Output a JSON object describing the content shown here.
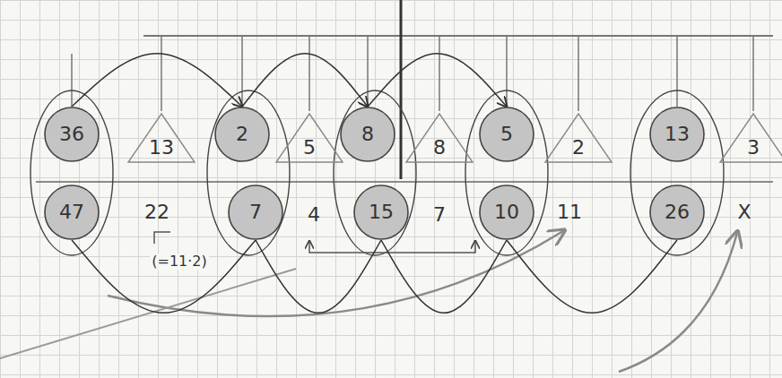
{
  "diagram": {
    "nodes": [
      {
        "text": [
          "36"
        ]
      },
      {
        "text": [
          "13"
        ]
      },
      {
        "text": [
          "2"
        ]
      },
      {
        "text": [
          "5"
        ]
      },
      {
        "text": [
          "8"
        ]
      },
      {
        "text": [
          "8"
        ]
      },
      {
        "text": [
          "5"
        ]
      },
      {
        "text": [
          "2"
        ]
      },
      {
        "text": [
          "13"
        ]
      },
      {
        "text": [
          "3"
        ]
      },
      {
        "text": [
          "47"
        ]
      },
      {
        "text": [
          "7"
        ]
      },
      {
        "text": [
          "15"
        ]
      },
      {
        "text": [
          "10"
        ]
      },
      {
        "text": [
          "26"
        ]
      }
    ],
    "edges": [
      {
        "from": 0,
        "to": 2,
        "arrow": "to"
      },
      {
        "from": 2,
        "to": 4,
        "arrow": "to"
      },
      {
        "from": 4,
        "to": 6,
        "arrow": "to"
      },
      {
        "from": 10,
        "to": 11,
        "arrow": "none"
      },
      {
        "from": 11,
        "to": 12,
        "arrow": "none"
      },
      {
        "from": 12,
        "to": 13,
        "arrow": "none"
      },
      {
        "from": 13,
        "to": 14,
        "arrow": "none"
      }
    ],
    "labels": [
      "22",
      "4",
      "7",
      "11",
      "X",
      "(=11·2)"
    ]
  }
}
